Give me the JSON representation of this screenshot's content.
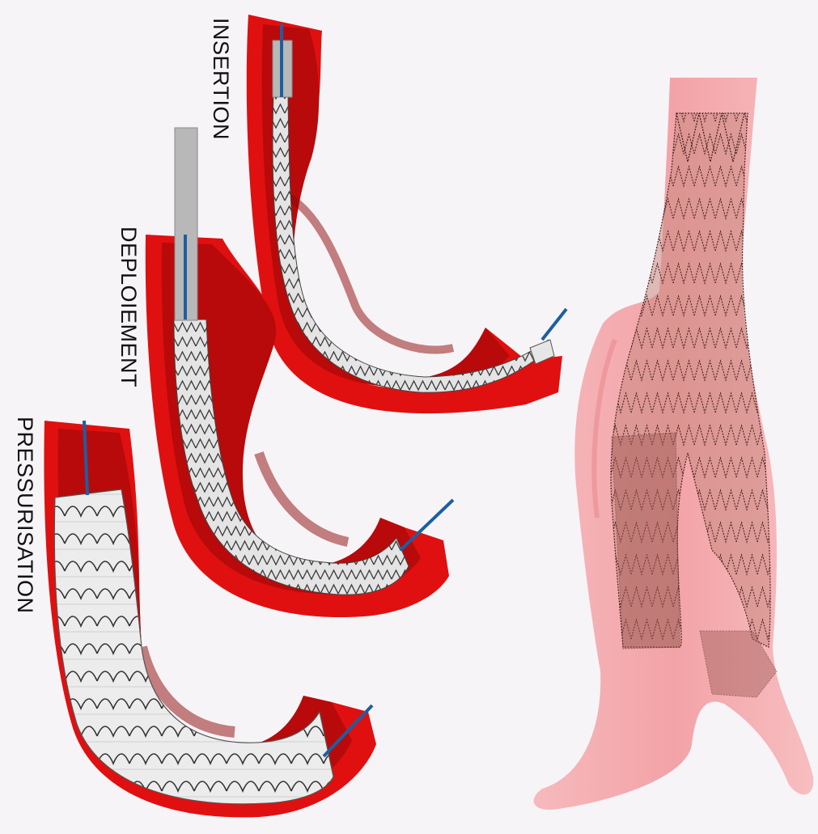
{
  "labels": {
    "insertion": "INSERTION",
    "deploiement": "DEPLOIEMENT",
    "pressurisation": "PRESSURISATION"
  },
  "colors": {
    "background": "#f7f4f8",
    "vessel_outer": "#e01010",
    "vessel_inner": "#b80a0a",
    "vessel_dark": "#8e0606",
    "stent_fabric": "#e6e6e6",
    "stent_wire": "#3a3a3a",
    "catheter_sheath": "#b8b8b8",
    "guidewire": "#1c5fa0",
    "aorta_model": "#f2a2a6",
    "graft_model": "#c98880"
  }
}
